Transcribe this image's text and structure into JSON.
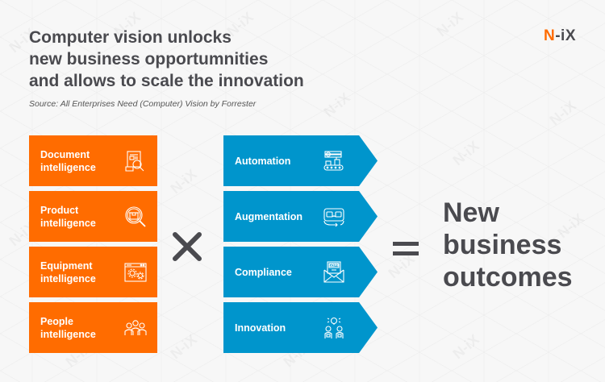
{
  "header": {
    "title_lines": [
      "Computer vision unlocks",
      "new business opportumnities",
      "and allows to scale the innovation"
    ],
    "source": "Source: All Enterprises Need (Computer) Vision by Forrester"
  },
  "logo": {
    "part1": "N",
    "part2": "-iX"
  },
  "watermark_text": "N-iX",
  "capabilities": [
    {
      "line1": "Document",
      "line2": "intelligence",
      "icon": "document-search-icon"
    },
    {
      "line1": "Product",
      "line2": "intelligence",
      "icon": "product-search-icon"
    },
    {
      "line1": "Equipment",
      "line2": "intelligence",
      "icon": "gears-window-icon"
    },
    {
      "line1": "People",
      "line2": "intelligence",
      "icon": "people-group-icon"
    }
  ],
  "benefits": [
    {
      "label": "Automation",
      "icon": "conveyor-robot-icon"
    },
    {
      "label": "Augmentation",
      "icon": "vr-headset-icon"
    },
    {
      "label": "Compliance",
      "icon": "gdpr-envelope-icon"
    },
    {
      "label": "Innovation",
      "icon": "idea-people-icon"
    }
  ],
  "operators": {
    "multiply": "×",
    "equals": "="
  },
  "outcome": {
    "lines": [
      "New",
      "business",
      "outcomes"
    ]
  },
  "colors": {
    "orange": "#ff6c00",
    "blue": "#0095cc",
    "text_dark": "#4a4a4f",
    "background": "#f7f7f7"
  }
}
